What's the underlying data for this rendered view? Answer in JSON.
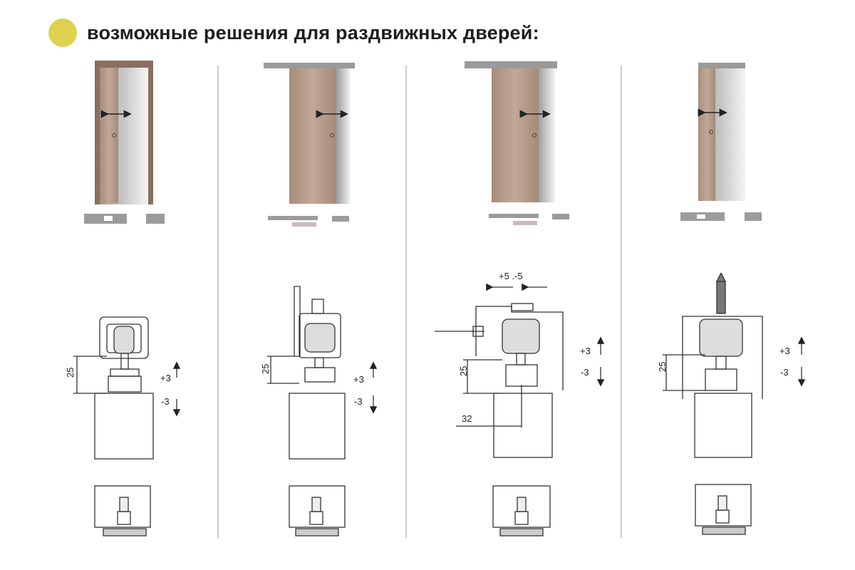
{
  "header": {
    "title": "возможные решения для раздвижных дверей:"
  },
  "colors": {
    "accent_dot": "#ddd24f",
    "door_wood": "#b49a88",
    "frame": "#8a6e5f",
    "line": "#333333"
  },
  "columns": [
    {
      "dim_height": "25",
      "adjust_up": "+3",
      "adjust_down": "-3"
    },
    {
      "dim_height": "25",
      "adjust_up": "+3",
      "adjust_down": "-3"
    },
    {
      "dim_height": "25",
      "adjust_up": "+3",
      "adjust_down": "-3",
      "shift": "+5 .-5",
      "offset": "32"
    },
    {
      "dim_height": "25",
      "adjust_up": "+3",
      "adjust_down": "-3"
    }
  ]
}
